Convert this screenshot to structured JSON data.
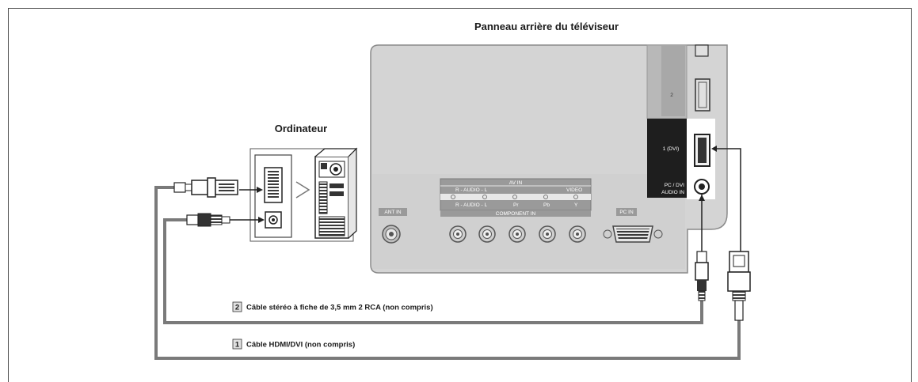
{
  "titles": {
    "tv_panel": "Panneau arrière du téléviseur",
    "computer": "Ordinateur"
  },
  "tv_labels": {
    "av_in": "AV IN",
    "audio_row1": "R - AUDIO - L",
    "video": "VIDEO",
    "audio_row2": "R - AUDIO - L",
    "component_in": "COMPONENT IN",
    "ant_in": "ANT IN",
    "pc_in": "PC IN",
    "hdmi_2": "2",
    "hdmi_1": "1 (DVI)",
    "pc_dvi_line1": "PC / DVI",
    "pc_dvi_line2": "AUDIO IN",
    "comp_pr": "Pr",
    "comp_pb": "Pb",
    "comp_y": "Y",
    "jack_r": "R",
    "jack_l": "L"
  },
  "cables": [
    {
      "number": "2",
      "label": "Câble stéréo à fiche de 3,5 mm 2 RCA (non compris)"
    },
    {
      "number": "1",
      "label": "Câble HDMI/DVI (non compris)"
    }
  ]
}
